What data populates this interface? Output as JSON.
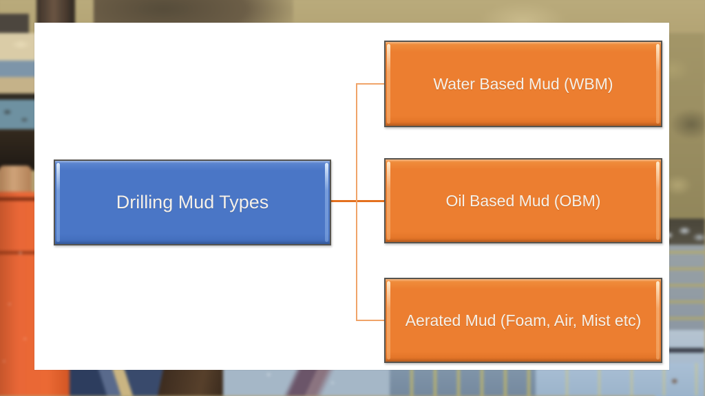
{
  "slide": {
    "title_node": {
      "label": "Drilling Mud Types"
    },
    "type_nodes": [
      {
        "label": "Water Based Mud (WBM)"
      },
      {
        "label": "Oil Based Mud (OBM)"
      },
      {
        "label": "Aerated Mud (Foam, Air, Mist etc)"
      }
    ],
    "colors": {
      "card_bg": "#ffffff",
      "root_fill": "#4a76c6",
      "child_fill": "#ec7e30",
      "node_border": "#56544f",
      "connector_main": "#e4701e",
      "connector_branch": "#f0a368",
      "text": "#f5f0e8"
    }
  }
}
